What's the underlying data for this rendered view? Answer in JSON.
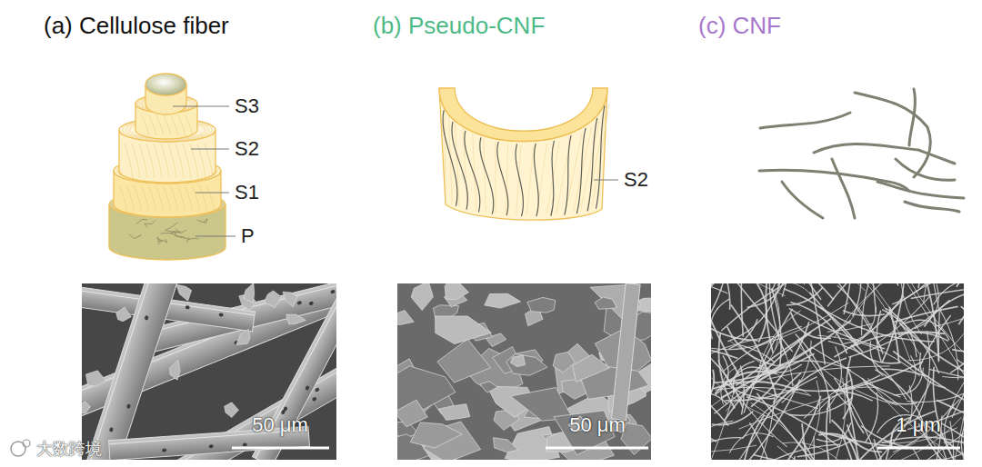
{
  "diagram": {
    "nodes": [
      {
        "text": [
          "50 μm"
        ]
      },
      {
        "text": [
          "50 μm"
        ]
      },
      {
        "text": [
          "1 μm"
        ]
      }
    ],
    "labels": [
      "(a) Cellulose fiber",
      "S3",
      "S2",
      "S1",
      "P",
      "(b) Pseudo-CNF",
      "S2",
      "(c) CNF",
      "大数跨境"
    ]
  }
}
